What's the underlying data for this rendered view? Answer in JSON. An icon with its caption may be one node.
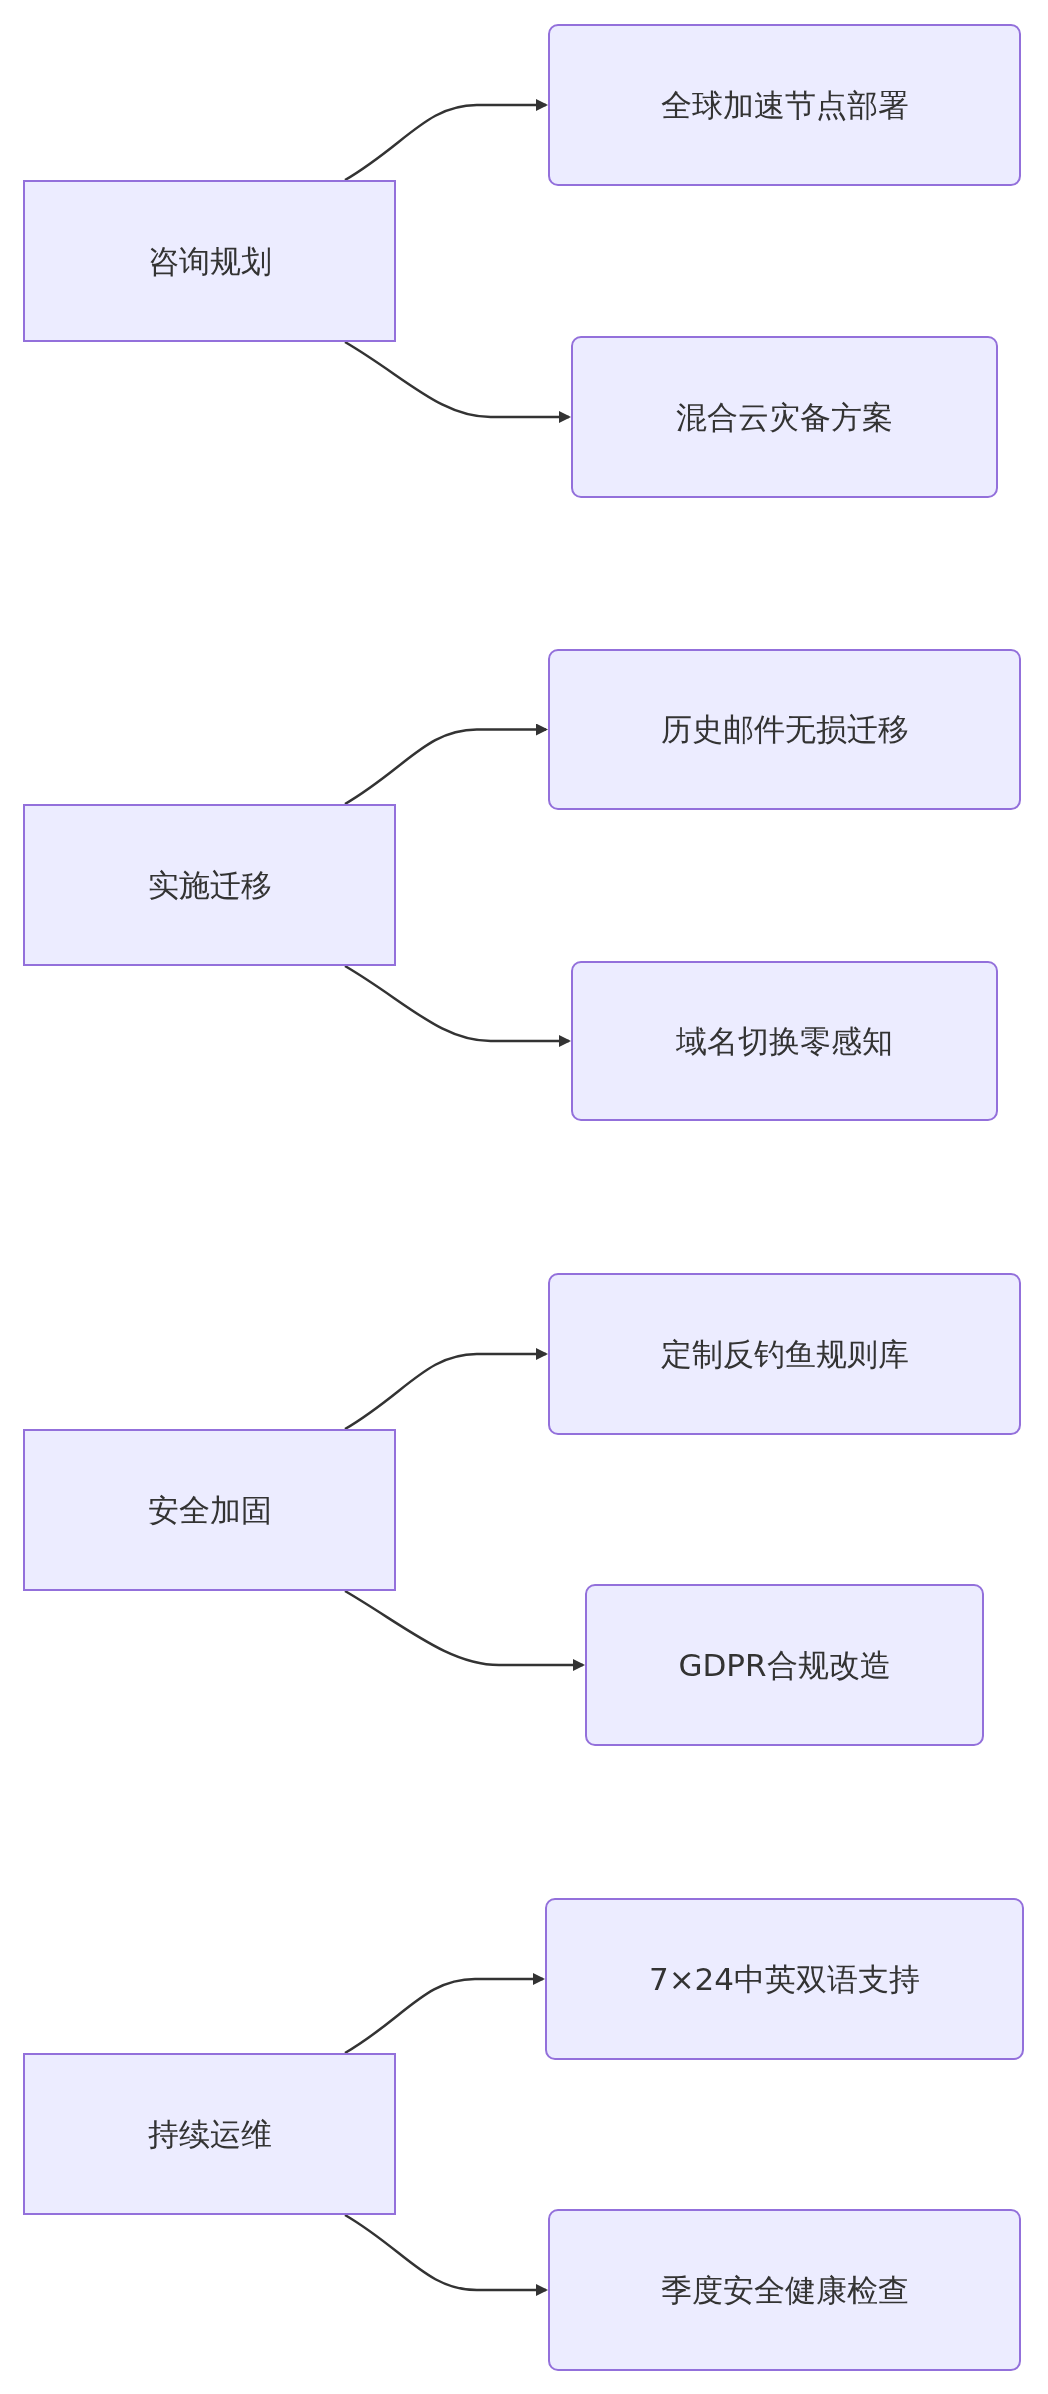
{
  "diagram": {
    "nodes": [
      {
        "text": [
          "咨询规划"
        ]
      },
      {
        "text": [
          "全球加速节点部署"
        ]
      },
      {
        "text": [
          "混合云灾备方案"
        ]
      },
      {
        "text": [
          "实施迁移"
        ]
      },
      {
        "text": [
          "历史邮件无损迁移"
        ]
      },
      {
        "text": [
          "域名切换零感知"
        ]
      },
      {
        "text": [
          "安全加固"
        ]
      },
      {
        "text": [
          "定制反钓鱼规则库"
        ]
      },
      {
        "text": [
          "GDPR合规改造"
        ]
      },
      {
        "text": [
          "持续运维"
        ]
      },
      {
        "text": [
          "7×24中英双语支持"
        ]
      },
      {
        "text": [
          "季度安全健康检查"
        ]
      }
    ],
    "edges": [
      {
        "from": 0,
        "to": 1,
        "arrow": "to"
      },
      {
        "from": 0,
        "to": 2,
        "arrow": "to"
      },
      {
        "from": 3,
        "to": 4,
        "arrow": "to"
      },
      {
        "from": 3,
        "to": 5,
        "arrow": "to"
      },
      {
        "from": 6,
        "to": 7,
        "arrow": "to"
      },
      {
        "from": 6,
        "to": 8,
        "arrow": "to"
      },
      {
        "from": 9,
        "to": 10,
        "arrow": "to"
      },
      {
        "from": 9,
        "to": 11,
        "arrow": "to"
      }
    ]
  }
}
